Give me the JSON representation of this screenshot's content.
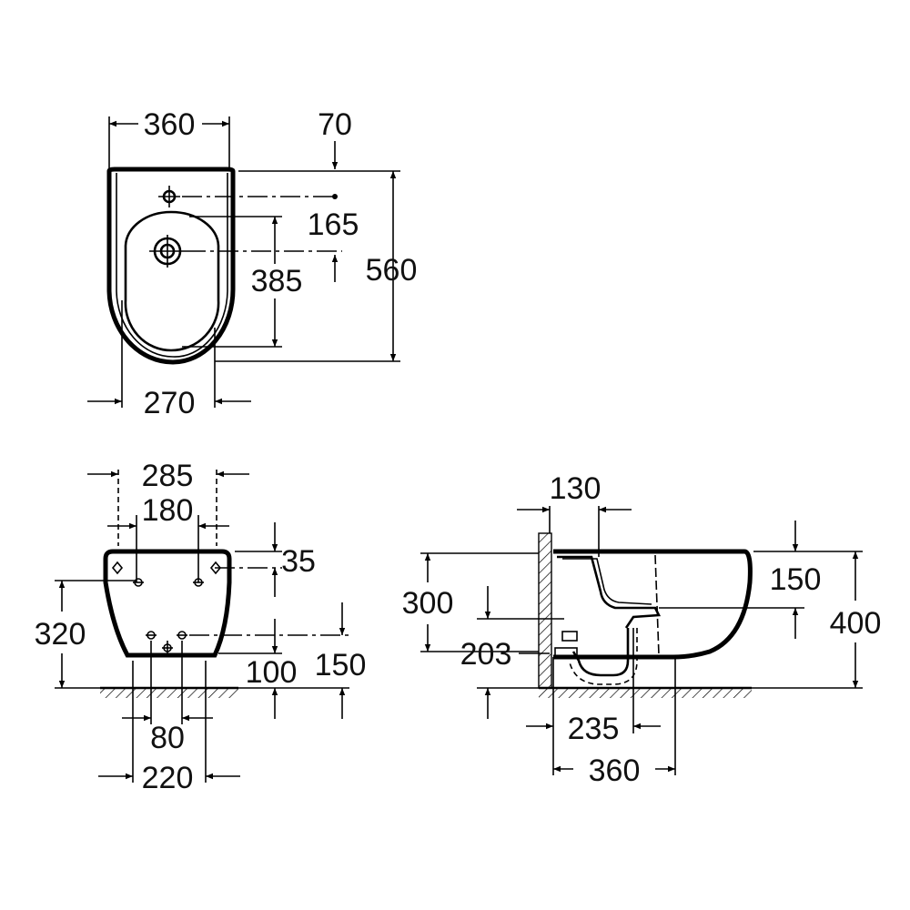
{
  "top_view": {
    "width_label": "360",
    "offset_label": "70",
    "tap_to_drain_label": "165",
    "bowl_length_label": "385",
    "overall_length_label": "560",
    "base_width_label": "270"
  },
  "front_view": {
    "bracket_outer_label": "285",
    "bracket_inner_label": "180",
    "bracket_top_label": "35",
    "fixing_height_label": "320",
    "drain_height_label": "100",
    "drain_floor_label": "150",
    "supply_spacing_label": "80",
    "base_width_label": "220"
  },
  "side_view": {
    "wall_offset_label": "130",
    "rim_height_label": "300",
    "rim_depth_label": "150",
    "overall_height_label": "400",
    "waste_height_label": "203",
    "waste_projection_label": "235",
    "projection_label": "360"
  }
}
